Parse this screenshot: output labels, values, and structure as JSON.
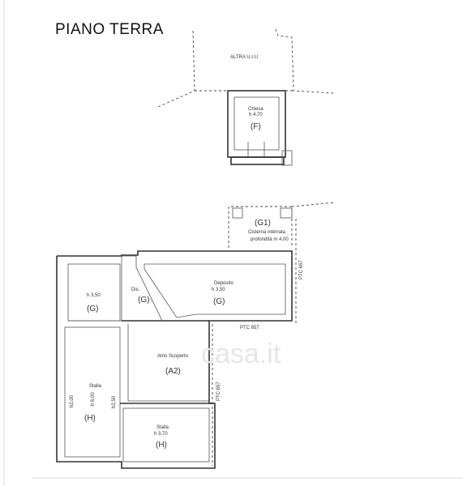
{
  "title": "PIANO TERRA",
  "rooms": {
    "altra": {
      "name": "ALTRA U.I.U"
    },
    "chiesa": {
      "name": "Chiesa",
      "height": "h 4,70",
      "code": "(F)"
    },
    "g1": {
      "code": "(G1)",
      "desc1": "Cisterna interrata",
      "desc2": "profondità m 4,00"
    },
    "g_left": {
      "height": "h 3,50",
      "code": "(G)"
    },
    "dis": {
      "name": "Dis.",
      "code": "(G)"
    },
    "deposito": {
      "name": "Deposito",
      "height": "h 3,50",
      "code": "(G)"
    },
    "atrio": {
      "name": "Atrio Scoperto",
      "code": "(A2)"
    },
    "stalla_left": {
      "name": "Stalla",
      "height": "h 6,00",
      "code": "(H)",
      "side1": "h2,00",
      "side2": "h2,50"
    },
    "stalla_right": {
      "name": "Stalla",
      "height": "h 3,70",
      "code": "(H)"
    }
  },
  "boundaries": {
    "ptc1": "PTC 657",
    "ptc2": "PTC 657",
    "ptc3": "PTC 657"
  },
  "watermark": "casa.it"
}
